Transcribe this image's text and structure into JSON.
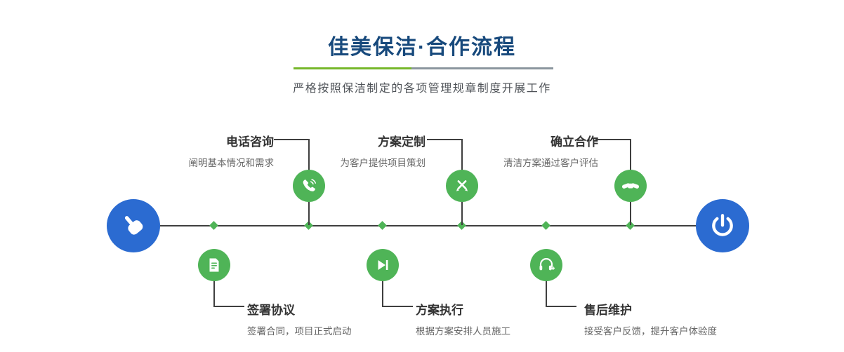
{
  "header": {
    "title": "佳美保洁·合作流程",
    "subtitle": "严格按照保洁制定的各项管理规章制度开展工作"
  },
  "colors": {
    "title_navy": "#17497c",
    "accent_green": "#4fb457",
    "accent_blue": "#2b6bd1",
    "underline_green": "#76b72a",
    "underline_gray": "#8b969e",
    "timeline_dark": "#3f3f3f"
  },
  "flow": {
    "start_icon": "pointing-hand-icon",
    "end_icon": "power-icon",
    "top_steps": [
      {
        "title": "电话咨询",
        "desc": "阐明基本情况和需求",
        "icon": "phone-icon"
      },
      {
        "title": "方案定制",
        "desc": "为客户提供项目策划",
        "icon": "pen-tools-icon"
      },
      {
        "title": "确立合作",
        "desc": "清洁方案通过客户评估",
        "icon": "handshake-icon"
      }
    ],
    "bottom_steps": [
      {
        "title": "签署协议",
        "desc": "签署合同，项目正式启动",
        "icon": "contract-icon"
      },
      {
        "title": "方案执行",
        "desc": "根据方案安排人员施工",
        "icon": "play-icon"
      },
      {
        "title": "售后维护",
        "desc": "接受客户反馈，提升客户体验度",
        "icon": "headset-plus-icon"
      }
    ]
  }
}
